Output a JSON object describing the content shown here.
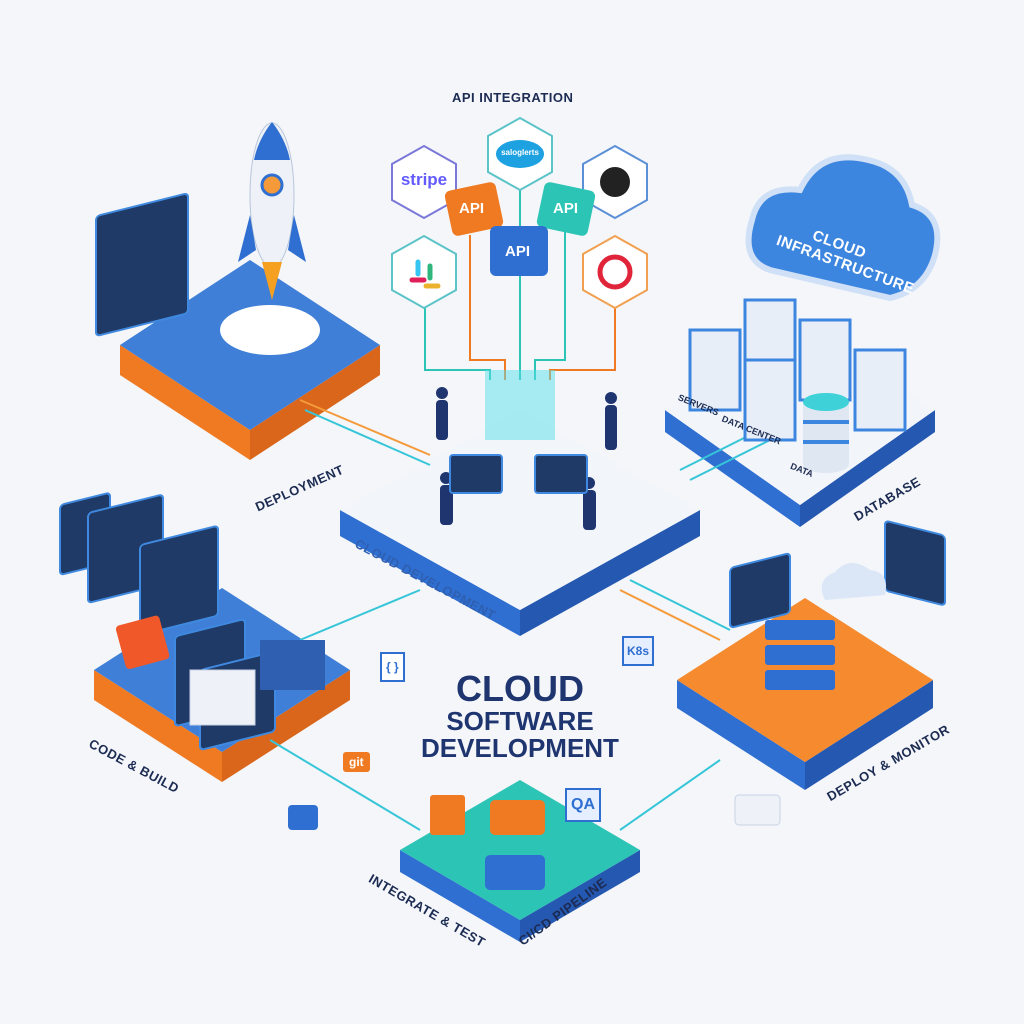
{
  "header": {
    "title": "API INTEGRATION"
  },
  "api_integration": {
    "services": [
      "stripe",
      "saloglerts"
    ],
    "puzzle_labels": [
      "API",
      "API",
      "API"
    ]
  },
  "cloud_infrastructure": {
    "label": "CLOUD INFRASTRUCTURE"
  },
  "database": {
    "label": "DATABASE",
    "sub_labels": [
      "SERVERS",
      "DATA CENTER",
      "DATA"
    ]
  },
  "deployment": {
    "label": "DEPLOYMENT"
  },
  "cloud_development": {
    "label": "CLOUD DEVELOPMENT"
  },
  "code_build": {
    "label": "CODE & BUILD",
    "braces": "{ }"
  },
  "deploy_monitor": {
    "label": "DEPLOY & MONITOR",
    "k8s": "K8s"
  },
  "cicd": {
    "integrate_label": "INTEGRATE & TEST",
    "pipeline_label": "CI/CD PIPELINE",
    "git": "git",
    "qa": "QA"
  },
  "main_title": {
    "line1": "CLOUD",
    "line2": "SOFTWARE",
    "line3": "DEVELOPMENT"
  },
  "colors": {
    "blue": "#2f6fd1",
    "orange": "#f07a22",
    "teal": "#2cc4b4",
    "navy": "#1c2b52"
  }
}
